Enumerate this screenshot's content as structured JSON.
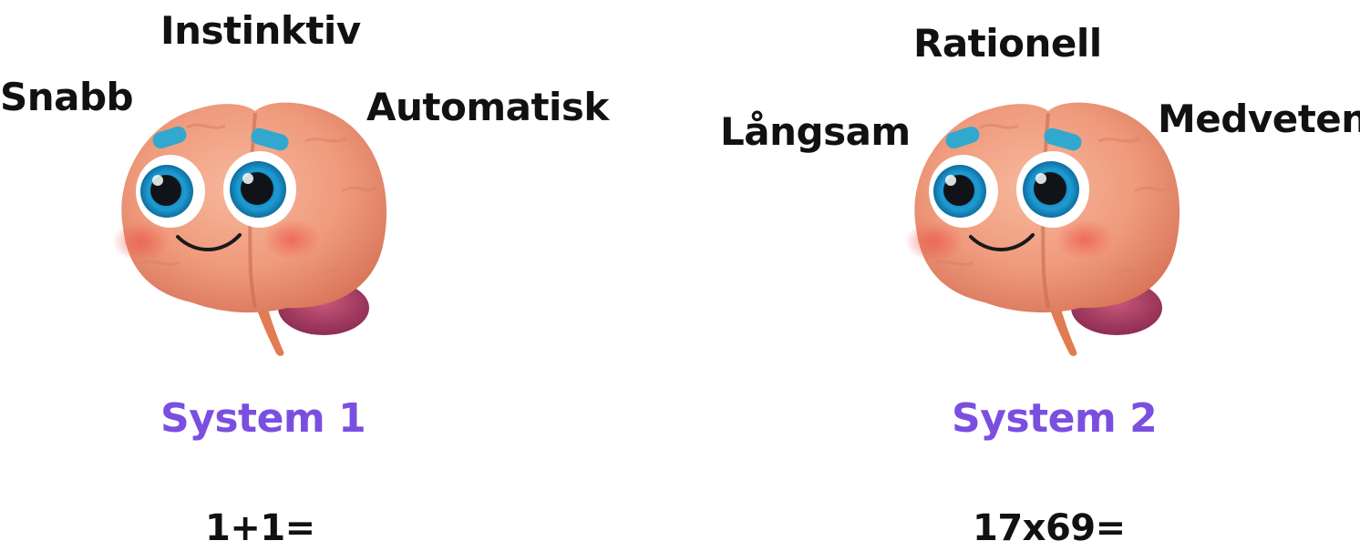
{
  "accent_color": "#7a4fe0",
  "left": {
    "words": {
      "top": "Instinktiv",
      "left": "Snabb",
      "right": "Automatisk"
    },
    "system_label": "System 1",
    "equation": "1+1=",
    "brain_icon": "smiling-brain-icon"
  },
  "right": {
    "words": {
      "top": "Rationell",
      "left": "Långsam",
      "right": "Medveten"
    },
    "system_label": "System 2",
    "equation": "17x69=",
    "brain_icon": "smiling-brain-icon"
  }
}
